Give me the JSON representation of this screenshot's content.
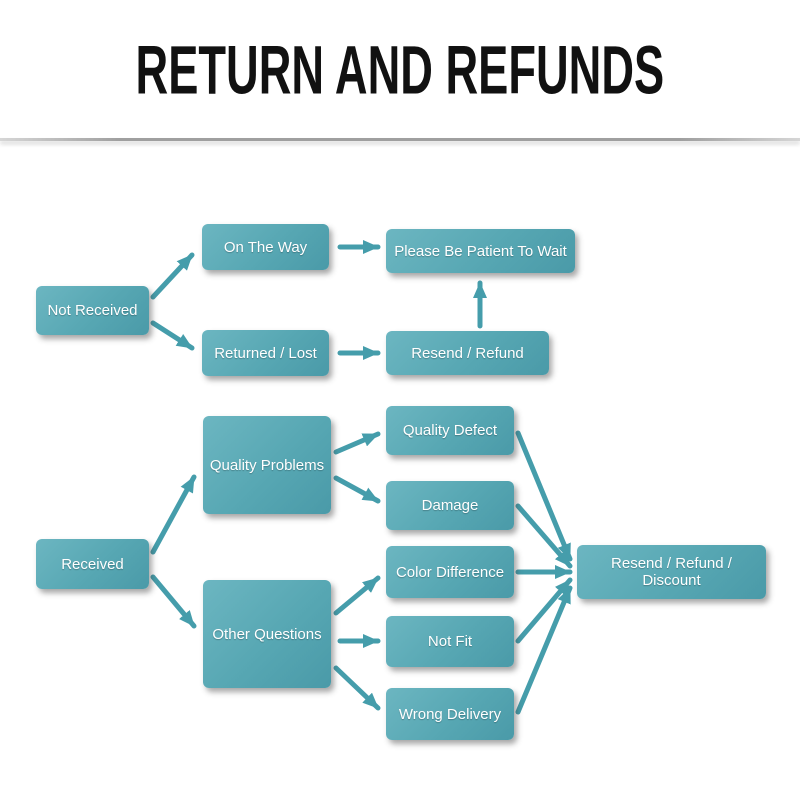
{
  "title": "RETURN AND REFUNDS",
  "diagram": {
    "nodes": {
      "not_received": "Not Received",
      "on_the_way": "On The Way",
      "please_wait": "Please Be Patient To Wait",
      "returned_lost": "Returned / Lost",
      "resend_refund": "Resend / Refund",
      "received": "Received",
      "quality_problems": "Quality Problems",
      "quality_defect": "Quality Defect",
      "damage": "Damage",
      "other_questions": "Other Questions",
      "color_difference": "Color Difference",
      "not_fit": "Not Fit",
      "wrong_delivery": "Wrong Delivery",
      "resend_refund_discount": "Resend / Refund / Discount"
    },
    "edges": [
      {
        "from": "not_received",
        "to": "on_the_way"
      },
      {
        "from": "not_received",
        "to": "returned_lost"
      },
      {
        "from": "on_the_way",
        "to": "please_wait"
      },
      {
        "from": "returned_lost",
        "to": "resend_refund"
      },
      {
        "from": "resend_refund",
        "to": "please_wait"
      },
      {
        "from": "received",
        "to": "quality_problems"
      },
      {
        "from": "received",
        "to": "other_questions"
      },
      {
        "from": "quality_problems",
        "to": "quality_defect"
      },
      {
        "from": "quality_problems",
        "to": "damage"
      },
      {
        "from": "other_questions",
        "to": "color_difference"
      },
      {
        "from": "other_questions",
        "to": "not_fit"
      },
      {
        "from": "other_questions",
        "to": "wrong_delivery"
      },
      {
        "from": "quality_defect",
        "to": "resend_refund_discount"
      },
      {
        "from": "damage",
        "to": "resend_refund_discount"
      },
      {
        "from": "color_difference",
        "to": "resend_refund_discount"
      },
      {
        "from": "not_fit",
        "to": "resend_refund_discount"
      },
      {
        "from": "wrong_delivery",
        "to": "resend_refund_discount"
      }
    ],
    "colors": {
      "box": "#57a7b3",
      "box_light": "#6cb6c1",
      "box_dark": "#4a9aa8",
      "arrow": "#459dab",
      "title": "#111111",
      "node_text": "#ffffff"
    }
  }
}
